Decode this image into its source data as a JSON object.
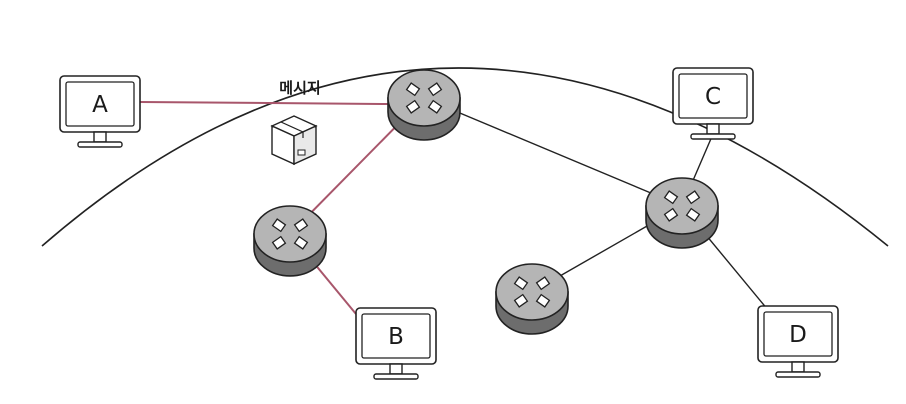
{
  "diagram": {
    "message_label": "메시지",
    "hosts": [
      {
        "id": "A",
        "label": "A"
      },
      {
        "id": "B",
        "label": "B"
      },
      {
        "id": "C",
        "label": "C"
      },
      {
        "id": "D",
        "label": "D"
      }
    ],
    "routers": [
      {
        "id": "r1"
      },
      {
        "id": "r2"
      },
      {
        "id": "r3"
      },
      {
        "id": "r4"
      }
    ],
    "links": [
      {
        "from": "A",
        "to": "r1",
        "highlighted": true
      },
      {
        "from": "r1",
        "to": "r2",
        "highlighted": true
      },
      {
        "from": "r2",
        "to": "B",
        "highlighted": true
      },
      {
        "from": "r1",
        "to": "r3",
        "highlighted": false
      },
      {
        "from": "C",
        "to": "r3",
        "highlighted": false
      },
      {
        "from": "r3",
        "to": "r4",
        "highlighted": false
      },
      {
        "from": "r3",
        "to": "D",
        "highlighted": false
      }
    ],
    "colors": {
      "path": "#a8566b",
      "line": "#222222",
      "router_top": "#b5b5b5",
      "router_side": "#6d6d6d",
      "screen": "#ffffff"
    }
  }
}
